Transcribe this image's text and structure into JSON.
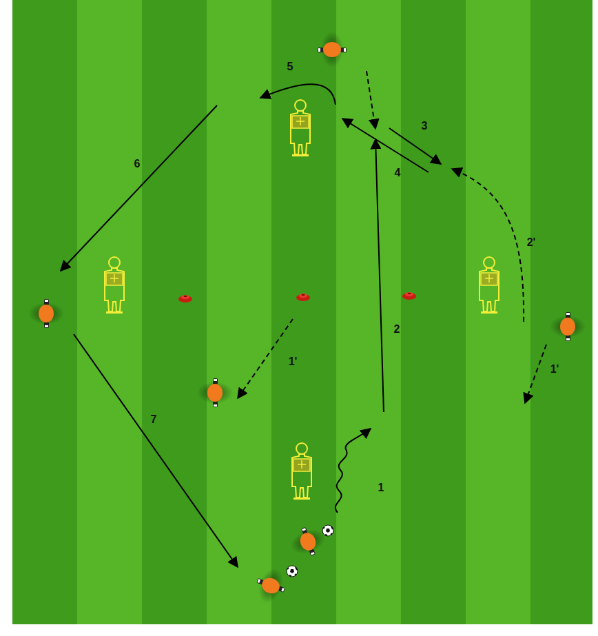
{
  "diagram": {
    "labels": [
      "5",
      "3",
      "4",
      "6",
      "2'",
      "2",
      "1'",
      "1'",
      "7",
      "1"
    ]
  }
}
